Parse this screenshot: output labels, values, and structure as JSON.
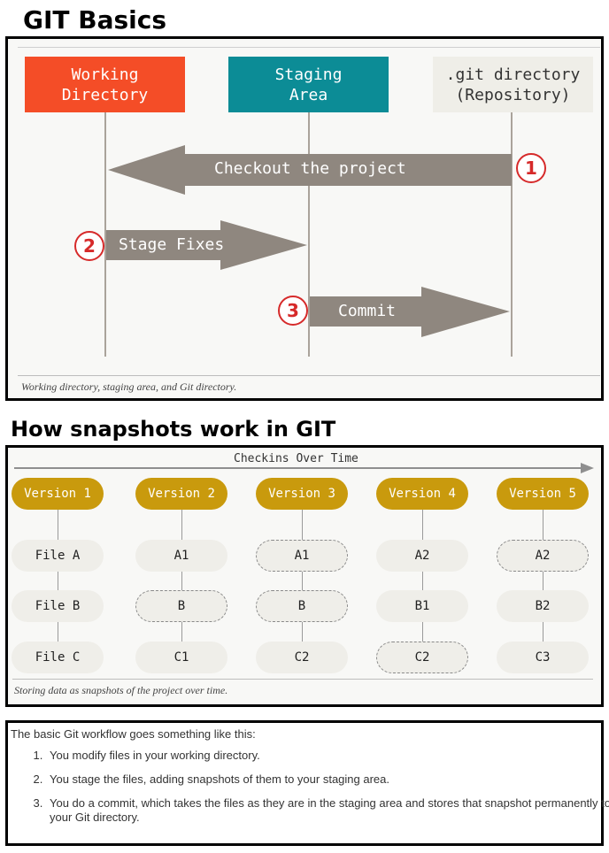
{
  "basics": {
    "heading": "GIT Basics",
    "boxes": [
      {
        "title": "Working\nDirectory",
        "bg": "#f44d27",
        "color": "#ffffff"
      },
      {
        "title": "Staging\nArea",
        "bg": "#0c8c96",
        "color": "#ffffff"
      },
      {
        "title": ".git directory\n(Repository)",
        "bg": "#efeee8",
        "color": "#333333"
      }
    ],
    "arrows": [
      {
        "number": "1",
        "label": "Checkout the project"
      },
      {
        "number": "2",
        "label": "Stage Fixes"
      },
      {
        "number": "3",
        "label": "Commit"
      }
    ],
    "caption": "Working directory, staging area, and Git directory."
  },
  "snapshots": {
    "heading": "How snapshots work in GIT",
    "timeline_label": "Checkins Over Time",
    "versions": [
      {
        "label": "Version 1",
        "files": [
          {
            "text": "File A",
            "dashed": false
          },
          {
            "text": "File B",
            "dashed": false
          },
          {
            "text": "File C",
            "dashed": false
          }
        ]
      },
      {
        "label": "Version 2",
        "files": [
          {
            "text": "A1",
            "dashed": false
          },
          {
            "text": "B",
            "dashed": true
          },
          {
            "text": "C1",
            "dashed": false
          }
        ]
      },
      {
        "label": "Version 3",
        "files": [
          {
            "text": "A1",
            "dashed": true
          },
          {
            "text": "B",
            "dashed": true
          },
          {
            "text": "C2",
            "dashed": false
          }
        ]
      },
      {
        "label": "Version 4",
        "files": [
          {
            "text": "A2",
            "dashed": false
          },
          {
            "text": "B1",
            "dashed": false
          },
          {
            "text": "C2",
            "dashed": true
          }
        ]
      },
      {
        "label": "Version 5",
        "files": [
          {
            "text": "A2",
            "dashed": true
          },
          {
            "text": "B2",
            "dashed": false
          },
          {
            "text": "C3",
            "dashed": false
          }
        ]
      }
    ],
    "caption": "Storing data as snapshots of the project over time."
  },
  "workflow": {
    "intro": "The basic Git workflow goes something like this:",
    "steps": [
      "You modify files in your working directory.",
      "You stage the files, adding snapshots of them to your staging area.",
      "You do a commit, which takes the files as they are in the staging area and stores that snapshot permanently to your Git directory."
    ]
  },
  "colors": {
    "arrow": "#8f877f",
    "lifeline": "#aaa39b",
    "version": "#c99a0d",
    "file": "#efeee9",
    "number_ring": "#d62a2a"
  }
}
